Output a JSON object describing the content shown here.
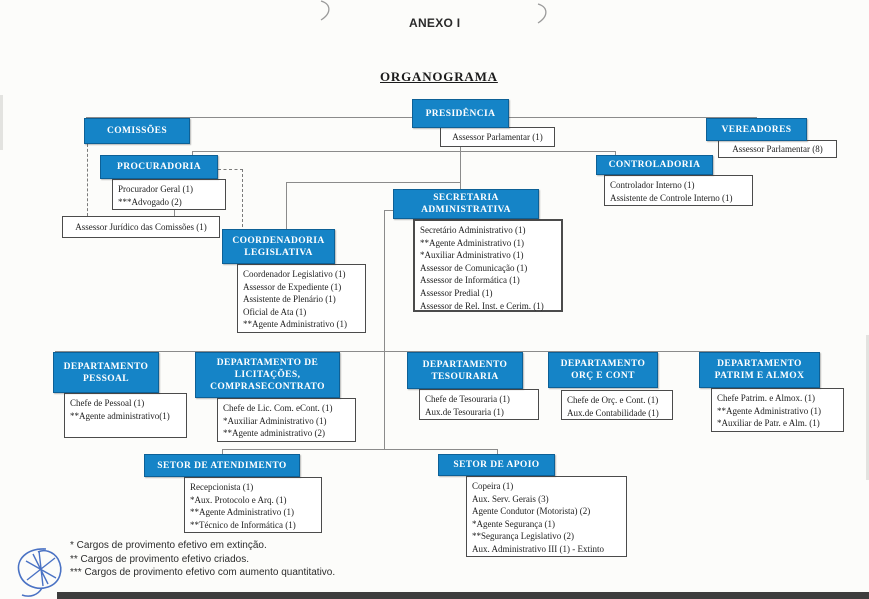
{
  "page": {
    "anexo": "ANEXO I",
    "title": "ORGANOGRAMA"
  },
  "colors": {
    "node_blue": "#1584c7",
    "line_gray": "#8b8b8b",
    "ink_blue": "#4a72c4",
    "bottom_bar": "#3d3d3d"
  },
  "nodes": {
    "presidencia": {
      "title": "PRESIDÊNCIA",
      "staff": [
        "Assessor Parlamentar (1)"
      ]
    },
    "comissoes": {
      "title": "COMISSÕES"
    },
    "vereadores": {
      "title": "VEREADORES",
      "staff": [
        "Assessor Parlamentar (8)"
      ]
    },
    "procuradoria": {
      "title": "PROCURADORIA",
      "staff": [
        "Procurador Geral (1)",
        "***Advogado (2)"
      ]
    },
    "assessor_juridico_comissoes": {
      "staff": [
        "Assessor Jurídico das Comissões (1)"
      ]
    },
    "controladoria": {
      "title": "CONTROLADORIA",
      "staff": [
        "Controlador Interno (1)",
        "Assistente de Controle Interno (1)"
      ]
    },
    "secretaria_administrativa": {
      "title": "SECRETARIA ADMINISTRATIVA",
      "staff": [
        "Secretário Administrativo (1)",
        "**Agente Administrativo (1)",
        "*Auxiliar Administrativo (1)",
        "Assessor de Comunicação (1)",
        "Assessor de Informática (1)",
        "Assessor Predial (1)",
        "Assessor de Rel. Inst. e Cerim. (1)"
      ]
    },
    "coordenadoria_legislativa": {
      "title": "COORDENADORIA LEGISLATIVA",
      "staff": [
        "Coordenador Legislativo (1)",
        "Assessor de Expediente (1)",
        "Assistente de Plenário (1)",
        "Oficial de Ata (1)",
        "**Agente Administrativo (1)"
      ]
    },
    "dep_pessoal": {
      "title": "DEPARTAMENTO PESSOAL",
      "staff": [
        "Chefe de Pessoal (1)",
        "**Agente administrativo(1)"
      ]
    },
    "dep_licitacoes": {
      "title": "DEPARTAMENTO DE LICITAÇÕES, COMPRASECONTRATO",
      "staff": [
        "Chefe de Lic. Com. eCont. (1)",
        "*Auxiliar Administrativo (1)",
        "**Agente administrativo (2)"
      ]
    },
    "dep_tesouraria": {
      "title": "DEPARTAMENTO TESOURARIA",
      "staff": [
        "Chefe de Tesouraria (1)",
        "Aux.de Tesouraria (1)"
      ]
    },
    "dep_orc_cont": {
      "title": "DEPARTAMENTO ORÇ E CONT",
      "staff": [
        "Chefe de Orç. e Cont. (1)",
        "Aux.de Contabilidade (1)"
      ]
    },
    "dep_patrim_almox": {
      "title": "DEPARTAMENTO PATRIM E ALMOX",
      "staff": [
        "Chefe Patrim. e Almox. (1)",
        "**Agente Administrativo (1)",
        "*Auxiliar de Patr. e Alm. (1)"
      ]
    },
    "setor_atendimento": {
      "title": "SETOR DE ATENDIMENTO",
      "staff": [
        "Recepcionista (1)",
        "*Aux. Protocolo e Arq. (1)",
        "**Agente Administrativo (1)",
        "**Técnico de Informática (1)"
      ]
    },
    "setor_apoio": {
      "title": "SETOR DE APOIO",
      "staff": [
        "Copeira (1)",
        "Aux. Serv. Gerais (3)",
        "Agente Condutor (Motorista) (2)",
        "*Agente Segurança (1)",
        "**Segurança Legislativo (2)",
        "Aux. Administrativo III (1) - Extinto"
      ]
    }
  },
  "footnotes": [
    "* Cargos de provimento efetivo em extinção.",
    "** Cargos de provimento efetivo criados.",
    "*** Cargos de provimento efetivo com aumento quantitativo."
  ]
}
